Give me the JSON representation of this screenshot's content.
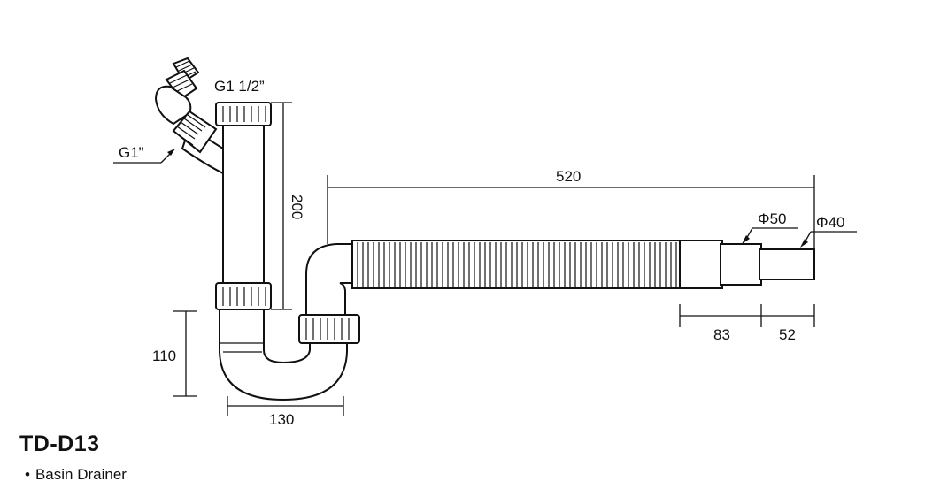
{
  "product": {
    "model": "TD-D13",
    "bullet": "•",
    "description": "Basin Drainer"
  },
  "labels": {
    "thread_top": "G1 1/2”",
    "thread_side": "G1”",
    "dim_vertical_tube": "200",
    "dim_trap_height": "110",
    "dim_trap_width": "130",
    "dim_total_length": "520",
    "dim_outer_diameter": "Φ50",
    "dim_inner_diameter": "Φ40",
    "dim_segment_1": "83",
    "dim_segment_2": "52"
  }
}
